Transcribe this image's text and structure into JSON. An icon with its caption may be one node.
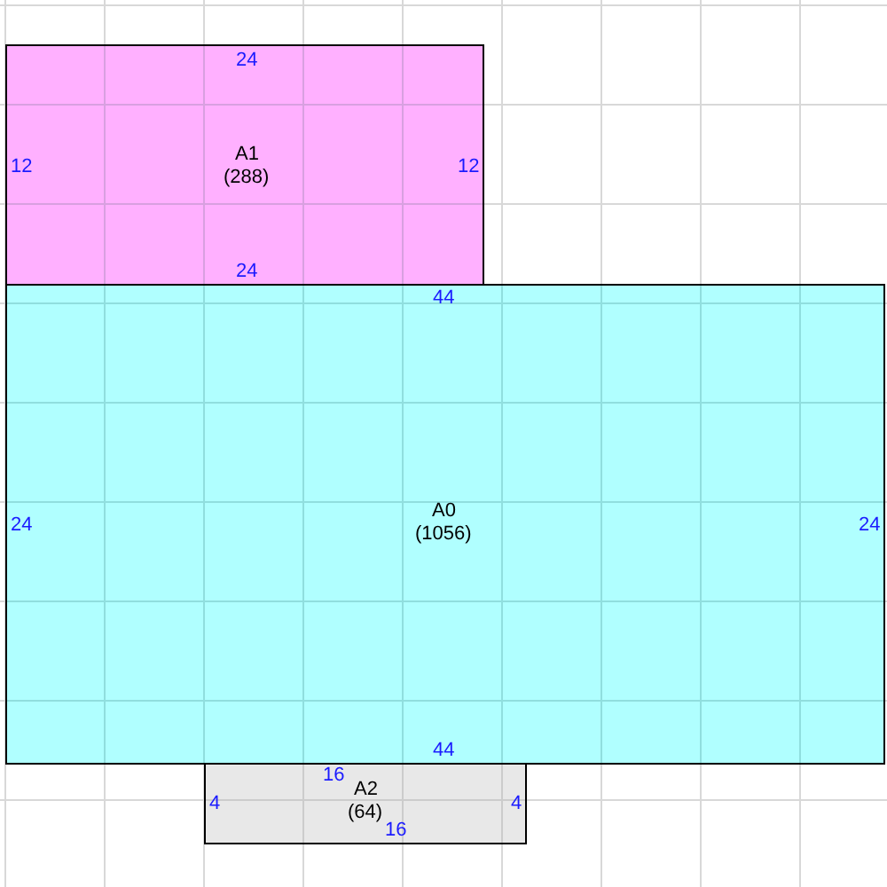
{
  "diagram": {
    "nodes": [
      {
        "text": [
          "24",
          "12",
          "A1",
          "12",
          "(288)",
          "24"
        ]
      },
      {
        "text": [
          "44",
          "24",
          "A0",
          "24",
          "(1056)",
          "44"
        ]
      },
      {
        "text": [
          "16",
          "A2",
          "4",
          "4",
          "(64)",
          "16"
        ]
      }
    ]
  }
}
